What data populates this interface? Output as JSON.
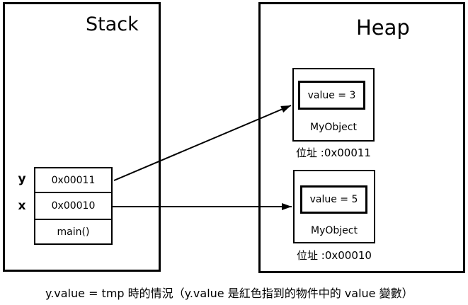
{
  "stack": {
    "title": "Stack",
    "rows": [
      {
        "label": "y",
        "cell": "0x00011"
      },
      {
        "label": "x",
        "cell": "0x00010"
      },
      {
        "label": "",
        "cell": "main()"
      }
    ]
  },
  "heap": {
    "title": "Heap",
    "objects": [
      {
        "field": "value = 3",
        "type": "MyObject",
        "address": "位址 :0x00011"
      },
      {
        "field": "value = 5",
        "type": "MyObject",
        "address": "位址 :0x00010"
      }
    ]
  },
  "caption": "y.value = tmp 時的情況（y.value 是紅色指到的物件中的 value 變數）",
  "colors": {
    "line": "#000000",
    "background": "#ffffff",
    "text": "#000000"
  }
}
